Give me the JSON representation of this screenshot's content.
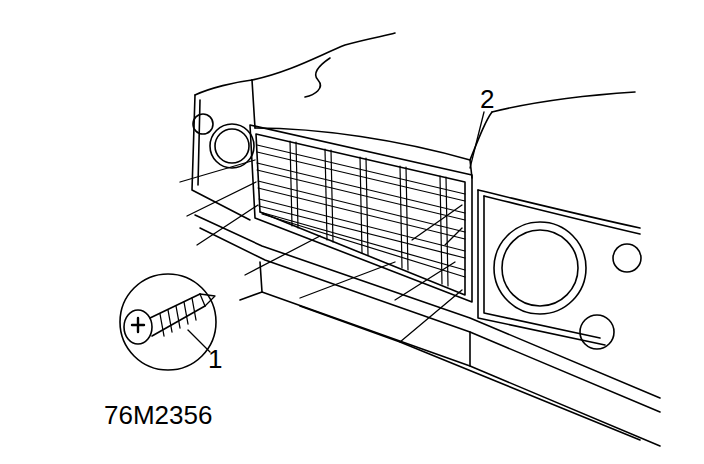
{
  "diagram": {
    "labels": [
      "2",
      "1",
      "76M2356"
    ]
  }
}
